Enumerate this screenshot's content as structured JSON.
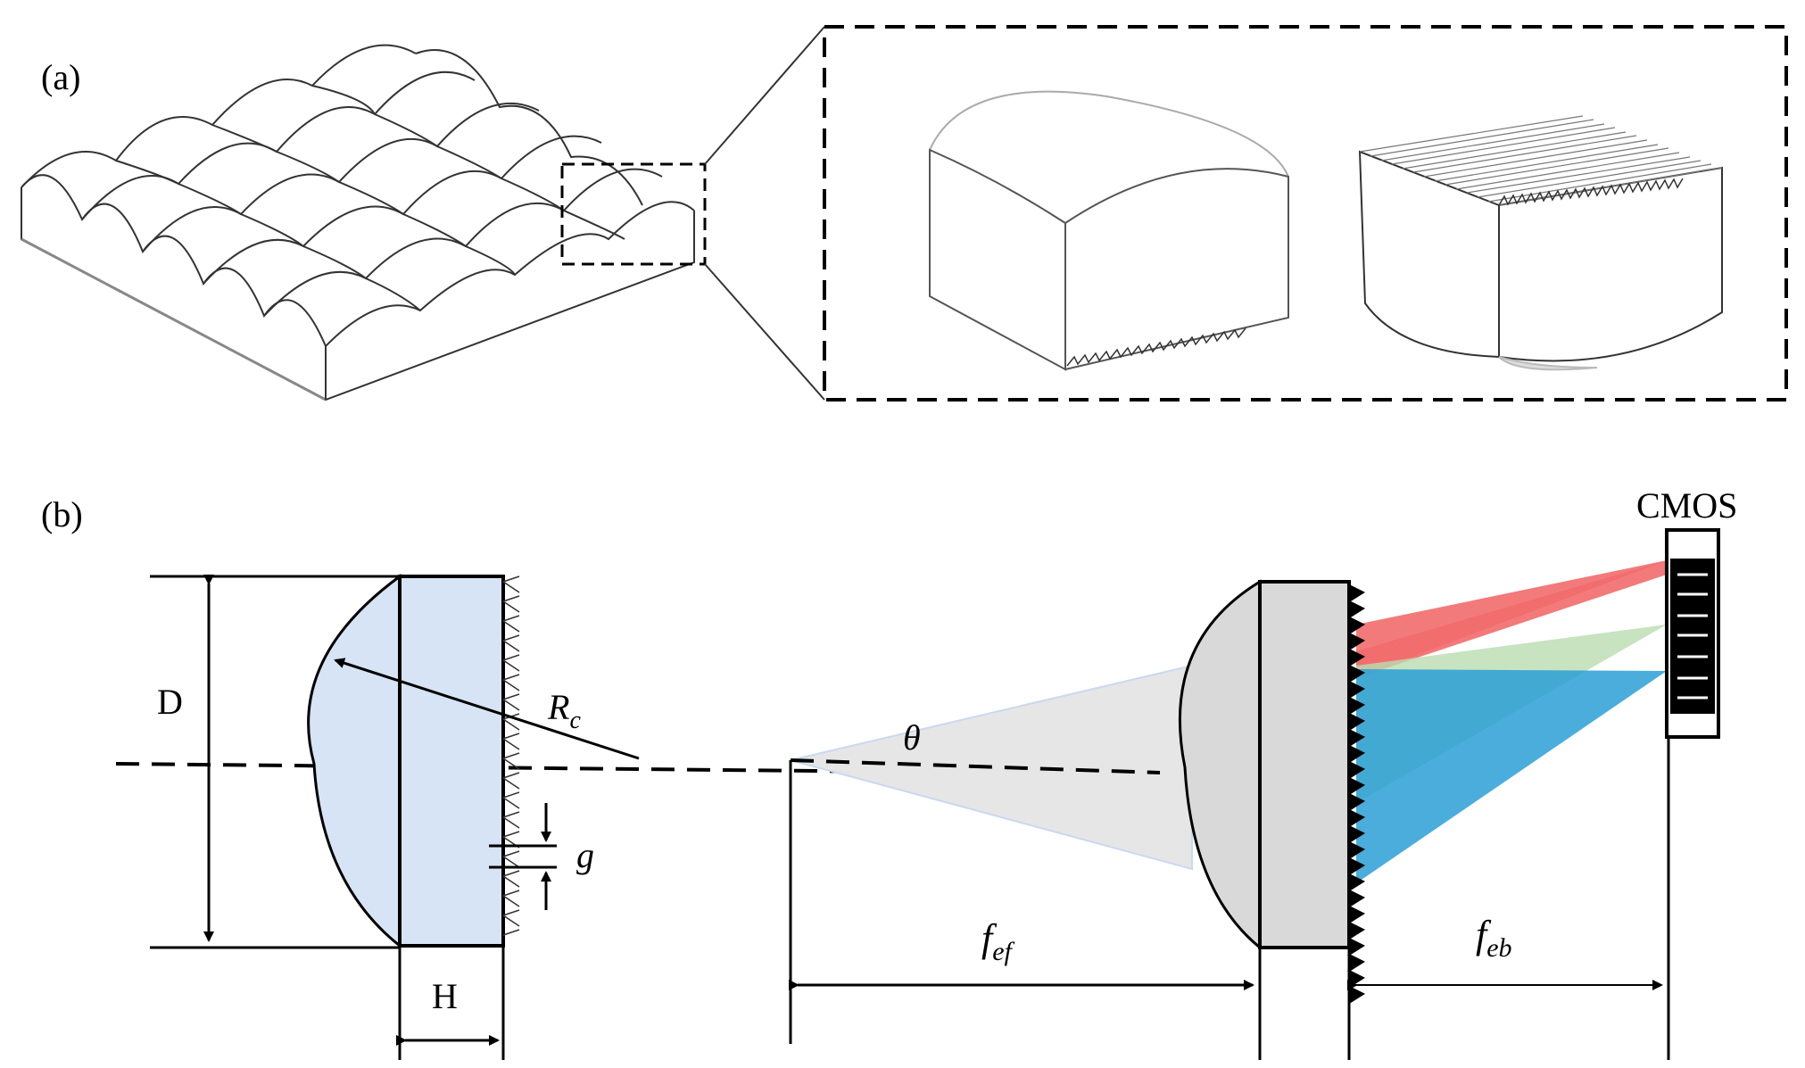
{
  "panel_a": {
    "label": "(a)"
  },
  "panel_b": {
    "label": "(b)",
    "sensor_label": "CMOS",
    "dim_D": "D",
    "dim_H": "H",
    "radius_label": {
      "main": "R",
      "sub": "c"
    },
    "pitch_label": "g",
    "angle_label": "θ",
    "front_focal": {
      "main": "f",
      "sub": "ef"
    },
    "back_focal": {
      "main": "f",
      "sub": "eb"
    }
  },
  "colors": {
    "lens_fill": "#d6e4f5",
    "lens_gray": "#d9d9d9",
    "cone": "#e6e6e6",
    "beam_red": "#f26b6b",
    "beam_green": "#b9dcb0",
    "beam_blue": "#2a9fd6"
  }
}
